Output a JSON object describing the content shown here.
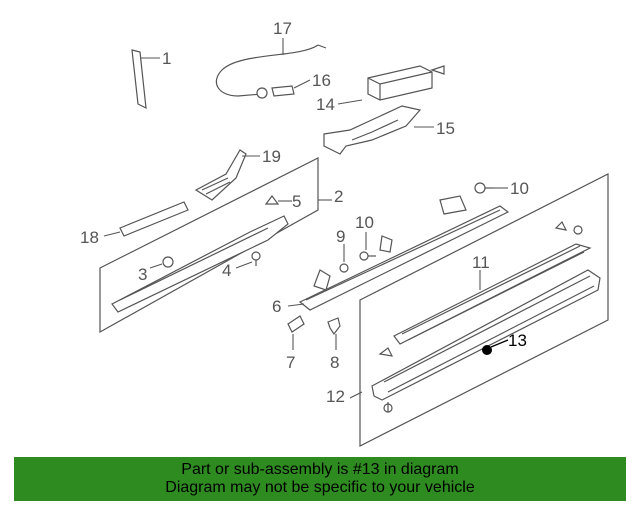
{
  "diagram": {
    "highlight_color": "#000000",
    "line_color": "#555555",
    "callouts": {
      "c1": "1",
      "c2": "2",
      "c3": "3",
      "c4": "4",
      "c5": "5",
      "c6": "6",
      "c7": "7",
      "c8": "8",
      "c9": "9",
      "c10a": "10",
      "c10b": "10",
      "c11": "11",
      "c12": "12",
      "c13": "13",
      "c14": "14",
      "c15": "15",
      "c16": "16",
      "c17": "17",
      "c18": "18",
      "c19": "19"
    }
  },
  "banner": {
    "background": "#2e8b20",
    "line1": "Part or sub-assembly is #13 in diagram",
    "line2": "Diagram may not be specific to your vehicle"
  }
}
